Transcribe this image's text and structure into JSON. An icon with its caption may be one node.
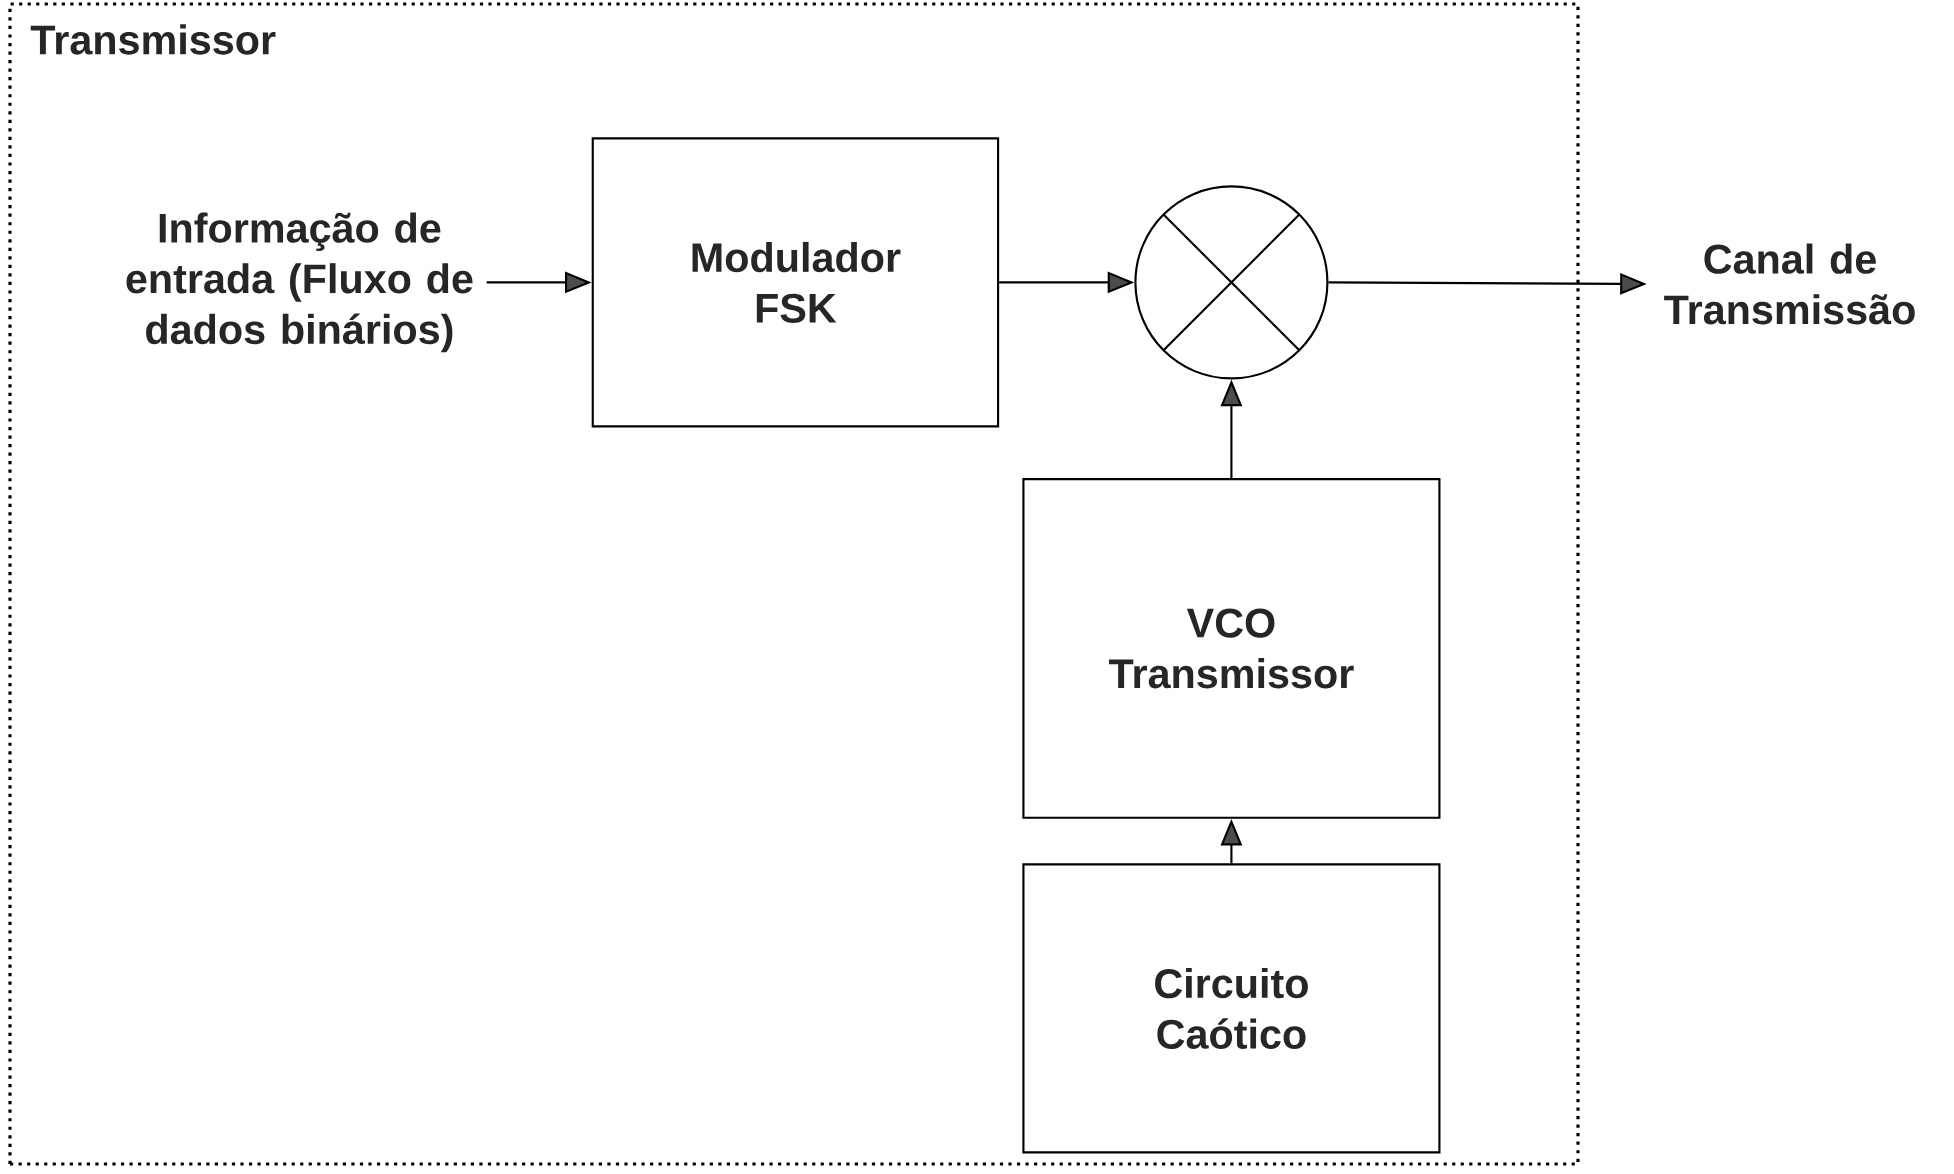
{
  "diagram": {
    "nodes": [
      {
        "text": [
          "Transmissor"
        ]
      },
      {
        "text": [
          "Informação de entrada (Fluxo de dados binários)"
        ],
        "in": 0
      },
      {
        "text": [
          "Modulador FSK"
        ],
        "in": 0
      },
      {
        "text": [],
        "shape": "circle",
        "in": 0
      },
      {
        "text": [
          "VCO Transmissor"
        ],
        "in": 0
      },
      {
        "text": [
          "Circuito Caótico"
        ],
        "in": 0
      },
      {
        "text": [
          "Canal de Transmissão"
        ]
      }
    ],
    "edges": [
      {
        "from": 1,
        "to": 2,
        "arrow": "to"
      },
      {
        "from": 2,
        "to": 3,
        "arrow": "to"
      },
      {
        "from": 3,
        "to": 6,
        "arrow": "to"
      },
      {
        "from": 4,
        "to": 3,
        "arrow": "to"
      },
      {
        "from": 5,
        "to": 4,
        "arrow": "to"
      }
    ]
  }
}
